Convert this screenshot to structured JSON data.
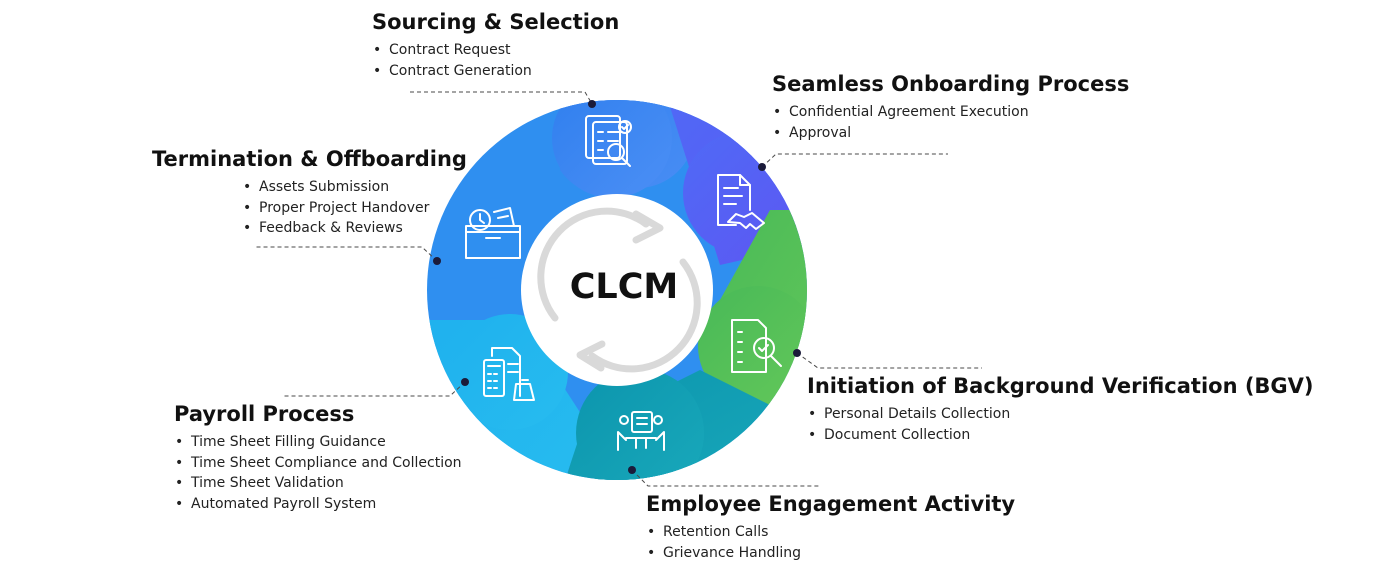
{
  "center": {
    "label": "CLCM"
  },
  "colors": {
    "sourcing": "#3a86f0",
    "onboarding": "#5a63f5",
    "bgv": "#55c158",
    "engagement": "#11a3b6",
    "payroll": "#20b5ef",
    "termination": "#2f8ff0",
    "leader_dot": "#1b1b3a"
  },
  "stages": [
    {
      "id": "sourcing",
      "title": "Sourcing & Selection",
      "icon": "document-search-icon",
      "items": [
        "Contract Request",
        "Contract Generation"
      ]
    },
    {
      "id": "onboarding",
      "title": "Seamless Onboarding Process",
      "icon": "handshake-document-icon",
      "items": [
        "Confidential Agreement Execution",
        "Approval"
      ]
    },
    {
      "id": "bgv",
      "title": "Initiation of Background Verification (BGV)",
      "icon": "checklist-magnifier-icon",
      "items": [
        "Personal Details Collection",
        "Document Collection"
      ]
    },
    {
      "id": "engagement",
      "title": "Employee Engagement Activity",
      "icon": "meeting-people-icon",
      "items": [
        "Retention Calls",
        "Grievance Handling"
      ]
    },
    {
      "id": "payroll",
      "title": "Payroll Process",
      "icon": "calculator-money-icon",
      "items": [
        "Time Sheet Filling Guidance",
        "Time Sheet Compliance and Collection",
        "Time Sheet Validation",
        "Automated Payroll System"
      ]
    },
    {
      "id": "termination",
      "title": "Termination & Offboarding",
      "icon": "archive-box-icon",
      "items": [
        "Assets Submission",
        "Proper Project Handover",
        "Feedback & Reviews"
      ]
    }
  ]
}
